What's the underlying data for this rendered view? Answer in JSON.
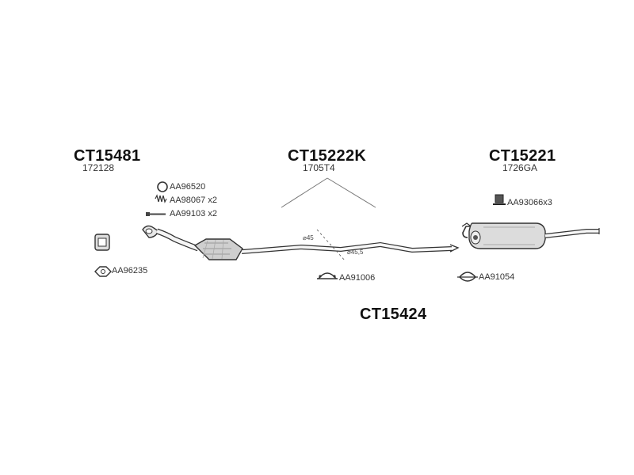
{
  "groups": {
    "left": {
      "code": "CT15481",
      "number": "172128"
    },
    "middle": {
      "code": "CT15222K",
      "number": "1705T4"
    },
    "right": {
      "code": "CT15221",
      "number": "1726GA"
    },
    "bottom": {
      "code": "CT15424"
    }
  },
  "parts": {
    "ring_gasket": "AA96520",
    "spring": "AA98067 x2",
    "bolt": "AA99103 x2",
    "flange_gasket": "AA96235",
    "clamp_middle": "AA91006",
    "clamp_right": "AA91054",
    "hanger": "AA93066x3"
  },
  "dimensions": {
    "diameter_a": "⌀45",
    "diameter_b": "⌀45,5"
  }
}
